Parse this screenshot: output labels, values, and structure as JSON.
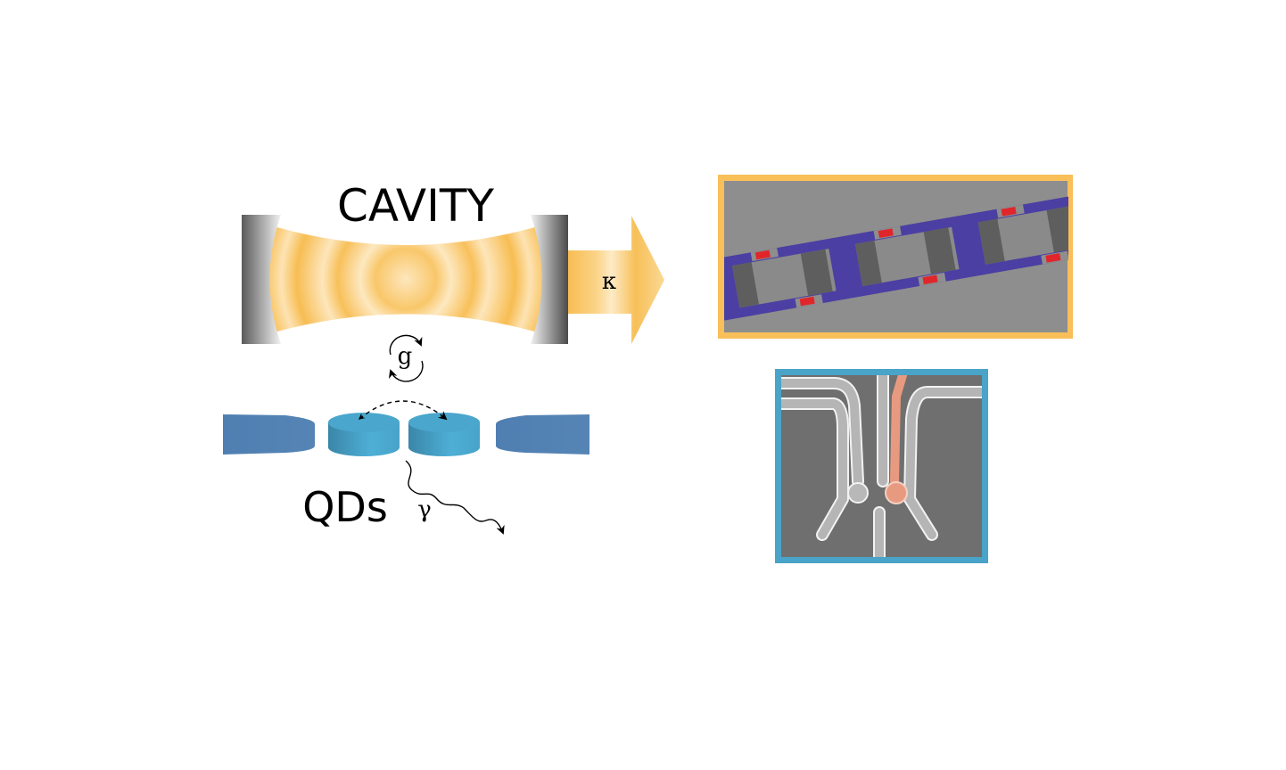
{
  "labels": {
    "cavity": "CAVITY",
    "kappa": "κ",
    "g": "g",
    "qds": "QDs",
    "gamma": "γ"
  },
  "colors": {
    "cavity_light": "#f7b948",
    "mirror_dark": "#4a4a4a",
    "electrode_blue": "#4f7fae",
    "dot_blue": "#4aa3c8",
    "frame_orange": "#f9bf58",
    "frame_blue": "#4aa3c8",
    "sem_gray": "#8c8c8c",
    "resonator_purple": "#4a3fa0",
    "junction_red": "#e0262a",
    "gate_highlight": "#e89a80"
  },
  "icons": [
    "coupling-rotation-arrows-icon",
    "tunneling-dashed-arrow-icon",
    "photon-wavy-arrow-icon",
    "output-arrow-icon"
  ]
}
